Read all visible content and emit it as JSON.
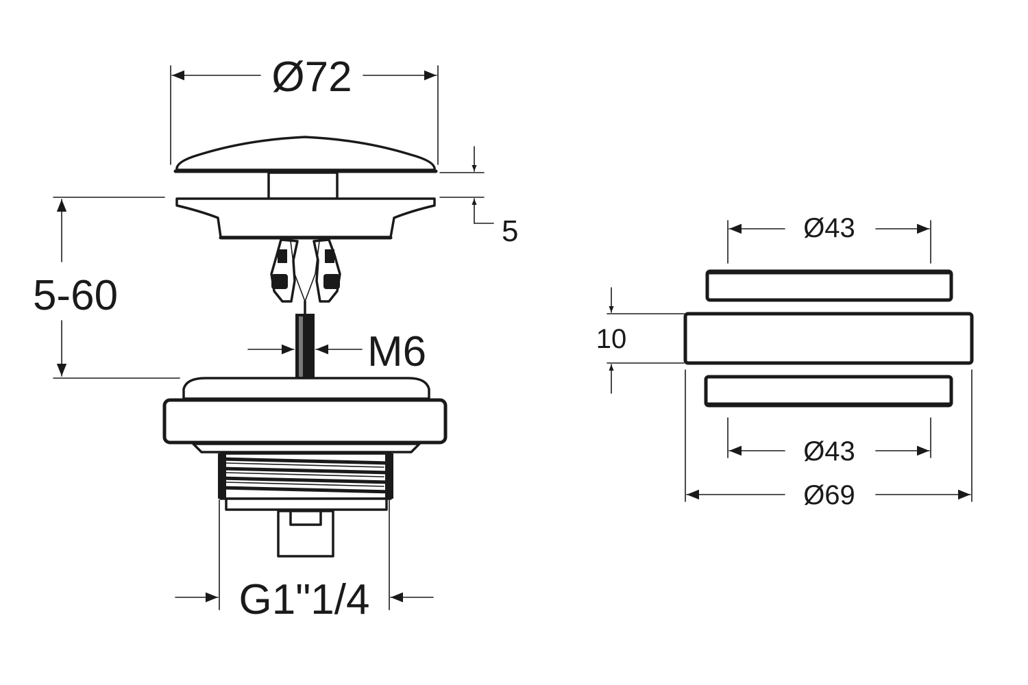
{
  "dimensions": {
    "cap_diameter": "Ø72",
    "cap_gap": "5",
    "adjust_range": "5-60",
    "screw_thread": "M6",
    "body_thread": "G1\"1/4",
    "washer_top_diameter": "Ø43",
    "washer_height": "10",
    "washer_bottom_diameter": "Ø43",
    "washer_outer_diameter": "Ø69"
  }
}
